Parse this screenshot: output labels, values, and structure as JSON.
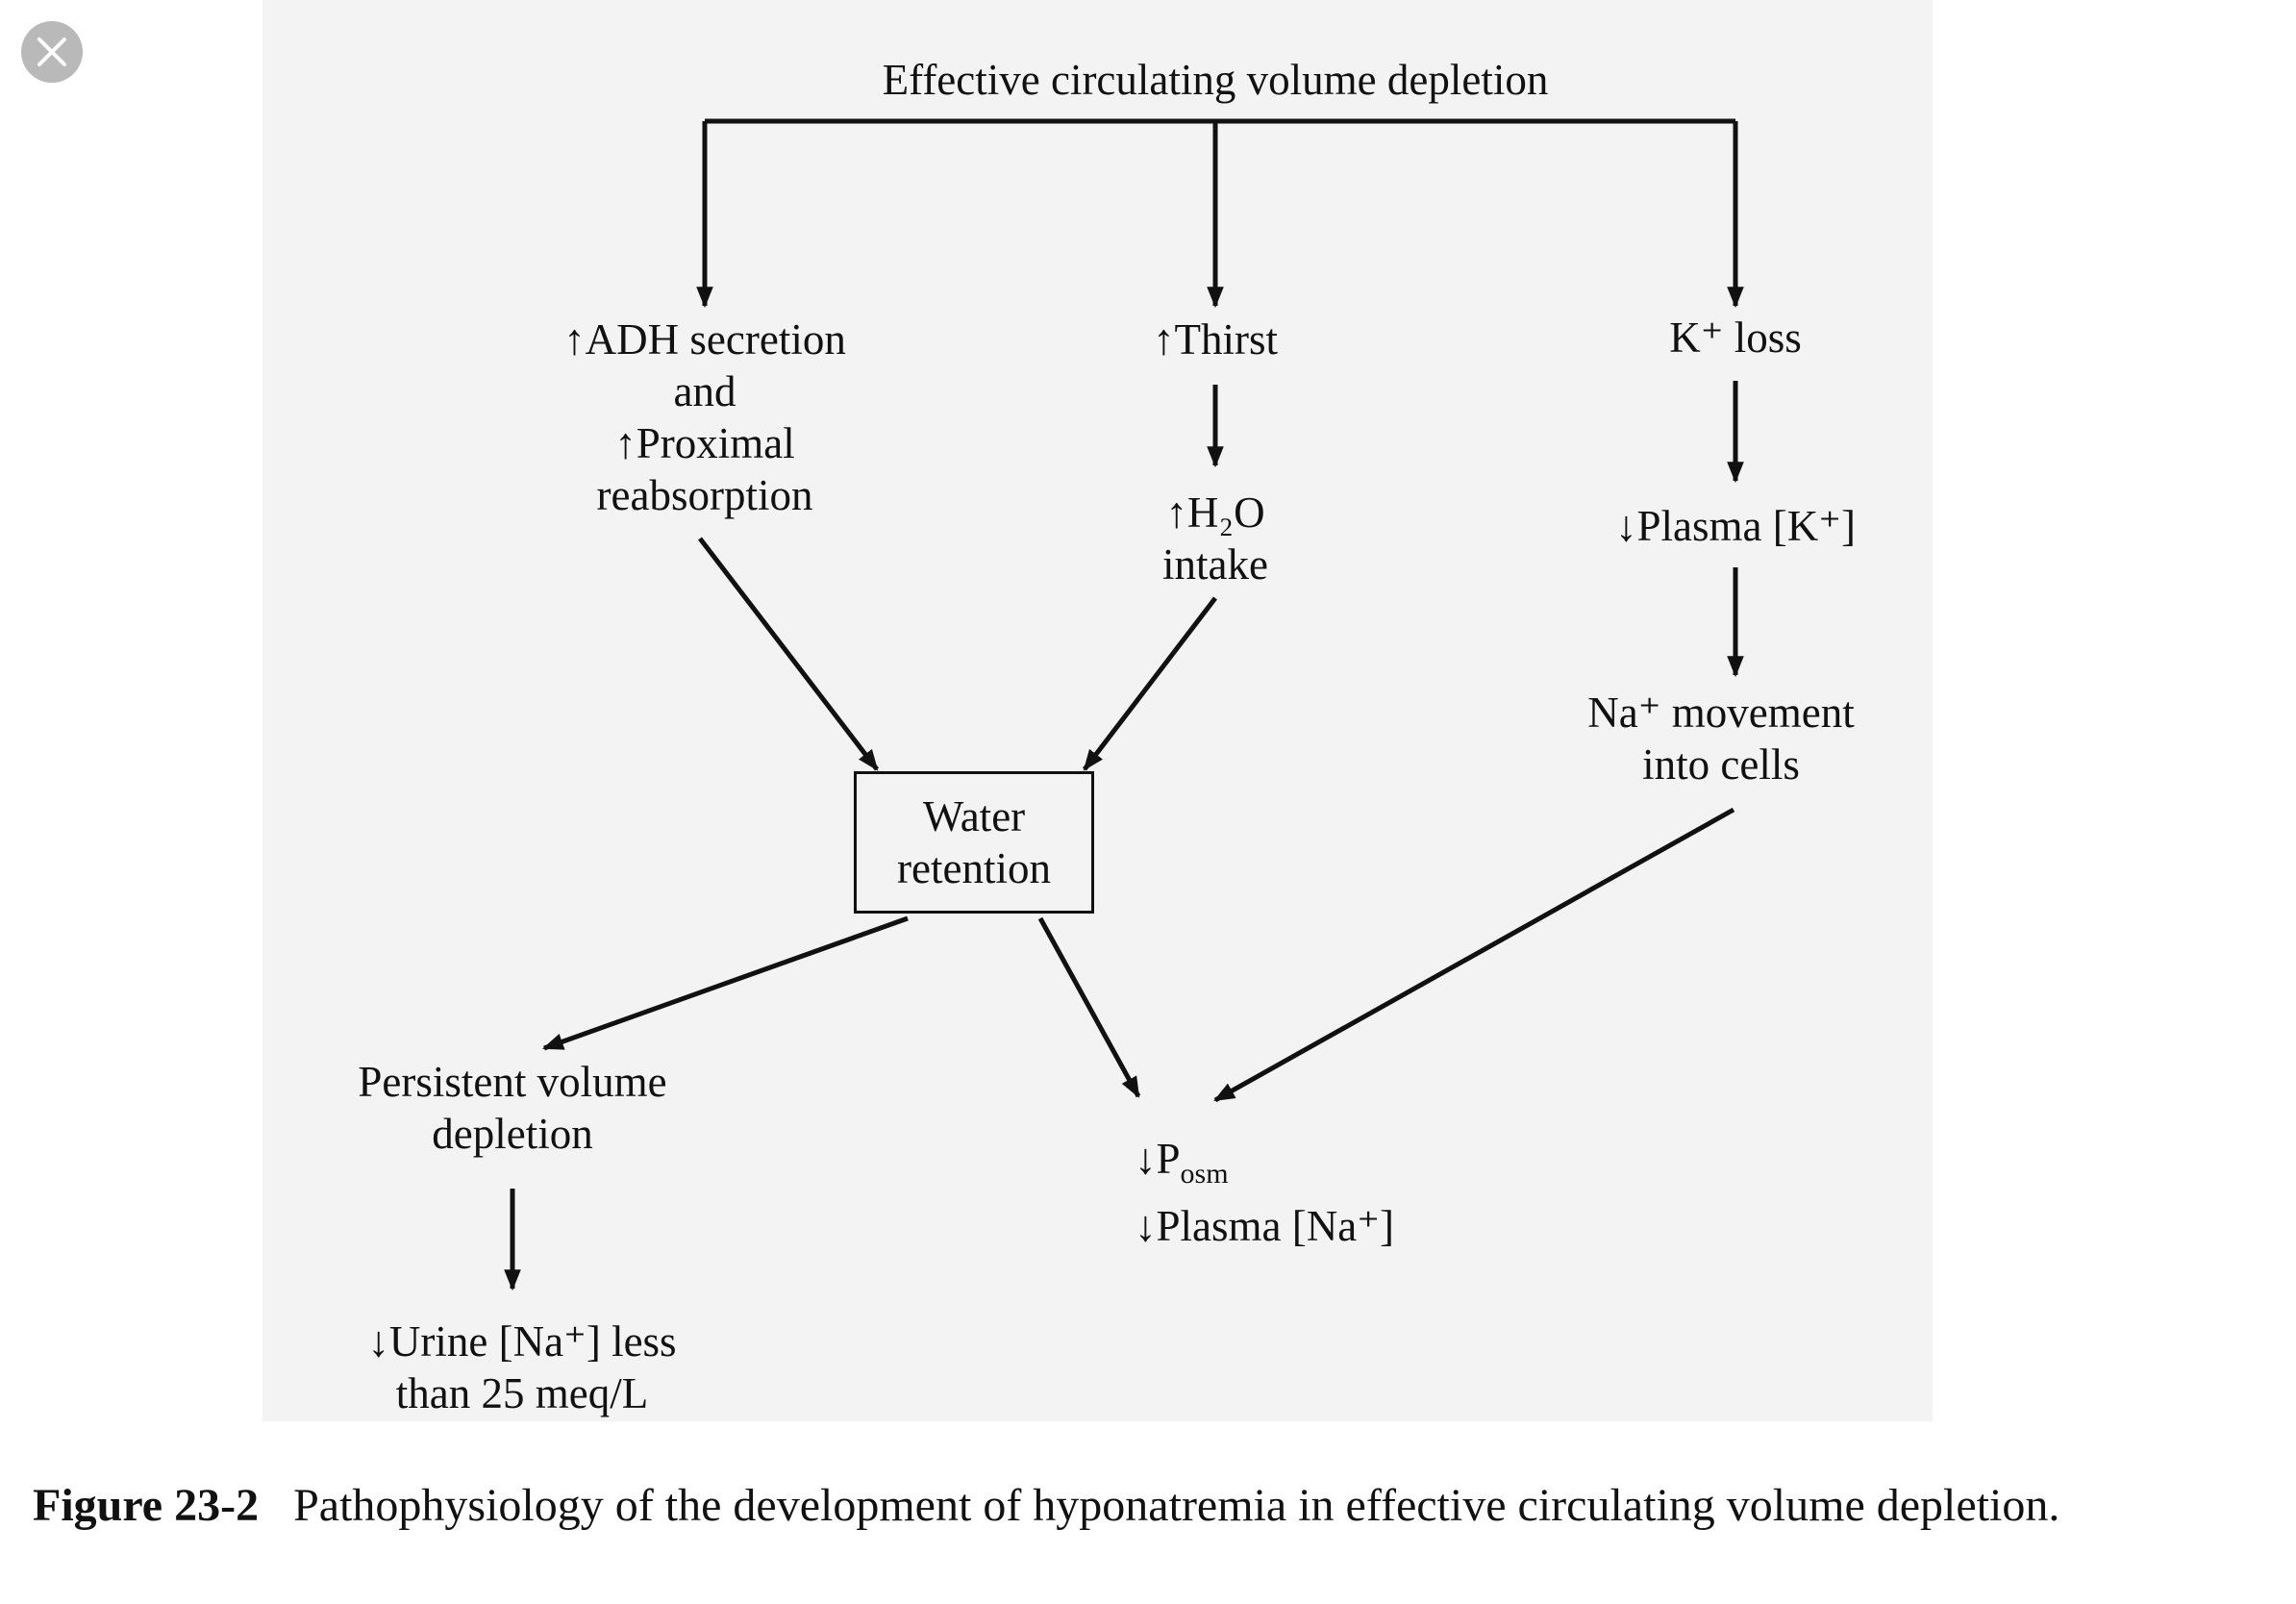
{
  "nodes": {
    "top": "Effective circulating volume depletion",
    "adh": [
      "↑ADH secretion",
      "and",
      "↑Proximal",
      "reabsorption"
    ],
    "thirst": "↑Thirst",
    "h2o": [
      "↑H₂O",
      "intake"
    ],
    "k_loss": "K⁺ loss",
    "plasma_k": "↓Plasma [K⁺]",
    "na_move": [
      "Na⁺ movement",
      "into cells"
    ],
    "water": [
      "Water",
      "retention"
    ],
    "persistent": [
      "Persistent volume",
      "depletion"
    ],
    "urine": [
      "↓Urine [Na⁺] less",
      "than 25 meq/L"
    ],
    "posm_arrow": "↓P",
    "posm_sub": "osm",
    "plasma_na": "↓Plasma [Na⁺]"
  },
  "caption": {
    "label": "Figure 23-2",
    "text": "Pathophysiology of the development of hyponatremia in effective circulating volume depletion."
  }
}
